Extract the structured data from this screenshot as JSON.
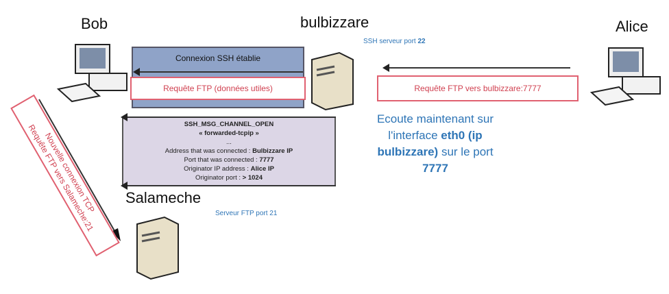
{
  "nodes": {
    "bob": "Bob",
    "bulbizzare": "bulbizzare",
    "alice": "Alice",
    "salameche": "Salameche"
  },
  "notes": {
    "ssh_server": "SSH serveur port ",
    "ssh_port": "22",
    "ftp_server": "Serveur FTP port 21"
  },
  "tunnel": {
    "title": "Connexion SSH établie",
    "inner": "Requête FTP (données utiles)"
  },
  "alice_request": "Requête FTP vers bulbizzare:7777",
  "listen": {
    "l1": "Ecoute maintenant sur",
    "l2": "l'interface ",
    "eth": "eth0 (ip",
    "l3b": "bulbizzare)",
    "l3": " sur le port",
    "port": "7777"
  },
  "channel_open": {
    "title": "SSH_MSG_CHANNEL_OPEN",
    "type": "« forwarded-tcpip »",
    "ellipsis": "...",
    "rows": [
      {
        "label": "Address that was connected : ",
        "value": "Bulbizzare  IP"
      },
      {
        "label": "Port that was connected : ",
        "value": "7777"
      },
      {
        "label": "Originator IP address : ",
        "value": "Alice IP"
      },
      {
        "label": "Originator port : ",
        "value": "> 1024"
      }
    ]
  },
  "new_conn": {
    "l1": "Nouvelle connexion TCP",
    "l2": "Requête FTP  vers Salameche:21"
  }
}
